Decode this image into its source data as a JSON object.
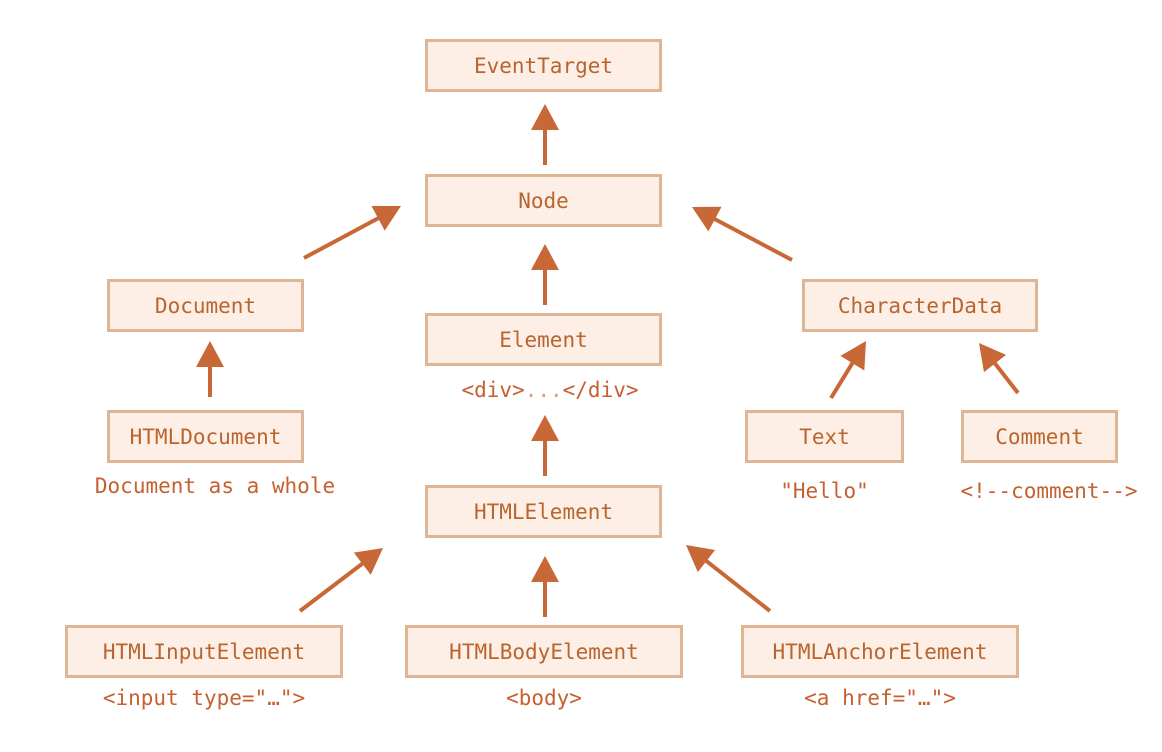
{
  "colors": {
    "box_fill": "#fdeee6",
    "box_border": "#dfb695",
    "box_text": "#b9652d",
    "caption_text": "#c6602f",
    "arrow": "#c86837"
  },
  "nodes": {
    "event_target": "EventTarget",
    "node": "Node",
    "document": "Document",
    "element": "Element",
    "character_data": "CharacterData",
    "html_document": "HTMLDocument",
    "html_element": "HTMLElement",
    "text": "Text",
    "comment": "Comment",
    "html_input_element": "HTMLInputElement",
    "html_body_element": "HTMLBodyElement",
    "html_anchor_element": "HTMLAnchorElement"
  },
  "captions": {
    "element_open": "<div>",
    "element_dots": "...",
    "element_close": "</div>",
    "html_document": "Document as a whole",
    "text": "\"Hello\"",
    "comment": "<!--comment-->",
    "html_input_element": "<input type=\"…\">",
    "html_body_element": "<body>",
    "html_anchor_element": "<a href=\"…\">"
  }
}
